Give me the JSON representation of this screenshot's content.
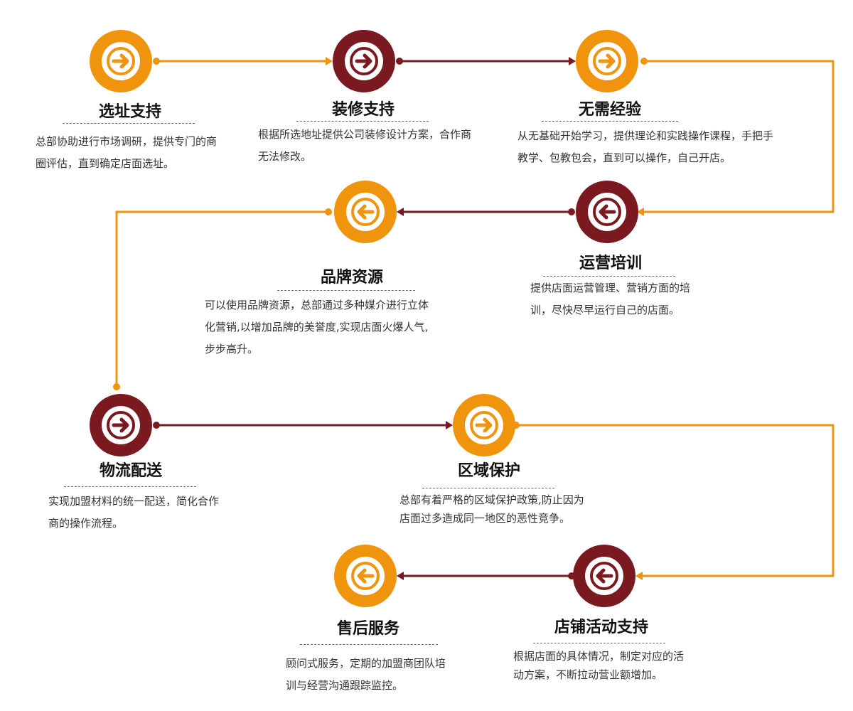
{
  "colors": {
    "orange": "#f0930d",
    "maroon": "#7a1a20"
  },
  "steps": [
    {
      "title": "选址支持",
      "desc": "总部协助进行市场调研，提供专门的商圈评估，直到确定店面选址。",
      "color": "orange",
      "icon": "arrow-right-icon"
    },
    {
      "title": "装修支持",
      "desc": "根据所选地址提供公司装修设计方案，合作商无法修改。",
      "color": "maroon",
      "icon": "arrow-right-icon"
    },
    {
      "title": "无需经验",
      "desc": "从无基础开始学习，提供理论和实践操作课程，手把手教学、包教包会，直到可以操作，自己开店。",
      "color": "orange",
      "icon": "arrow-right-icon"
    },
    {
      "title": "运营培训",
      "desc": "提供店面运营管理、营销方面的培训，尽快尽早运行自己的店面。",
      "color": "maroon",
      "icon": "arrow-left-icon"
    },
    {
      "title": "品牌资源",
      "desc": "可以使用品牌资源，总部通过多种媒介进行立体化营销,以增加品牌的美誉度,实现店面火爆人气,步步高升。",
      "color": "orange",
      "icon": "arrow-left-icon"
    },
    {
      "title": "物流配送",
      "desc": "实现加盟材料的统一配送，简化合作商的操作流程。",
      "color": "maroon",
      "icon": "arrow-right-icon"
    },
    {
      "title": "区域保护",
      "desc": "总部有着严格的区域保护政策,防止因为店面过多造成同一地区的恶性竞争。",
      "color": "orange",
      "icon": "arrow-right-icon"
    },
    {
      "title": "店铺活动支持",
      "desc": "根据店面的具体情况，制定对应的活动方案，不断拉动营业额增加。",
      "color": "maroon",
      "icon": "arrow-left-icon"
    },
    {
      "title": "售后服务",
      "desc": "顾问式服务，定期的加盟商团队培训与经营沟通跟踪监控。",
      "color": "orange",
      "icon": "arrow-left-icon"
    }
  ]
}
